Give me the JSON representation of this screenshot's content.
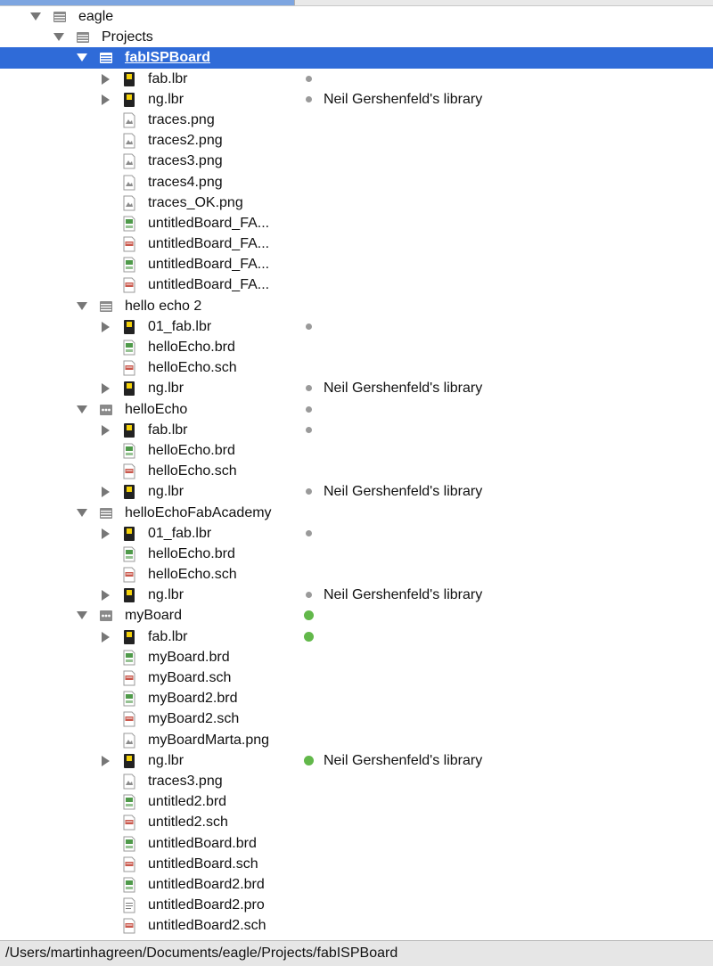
{
  "rows": [
    {
      "depth": 0,
      "tri": "down",
      "icon": "folder",
      "label": "eagle"
    },
    {
      "depth": 1,
      "tri": "down",
      "icon": "folder",
      "label": "Projects"
    },
    {
      "depth": 2,
      "tri": "down",
      "icon": "folder",
      "label": "fabISPBoard",
      "selected": true
    },
    {
      "depth": 3,
      "tri": "right",
      "icon": "library",
      "label": "fab.lbr",
      "dot": "gray"
    },
    {
      "depth": 3,
      "tri": "right",
      "icon": "library",
      "label": "ng.lbr",
      "dot": "gray",
      "desc": "Neil Gershenfeld's library"
    },
    {
      "depth": 3,
      "icon": "image",
      "label": "traces.png"
    },
    {
      "depth": 3,
      "icon": "image",
      "label": "traces2.png"
    },
    {
      "depth": 3,
      "icon": "image",
      "label": "traces3.png"
    },
    {
      "depth": 3,
      "icon": "image",
      "label": "traces4.png"
    },
    {
      "depth": 3,
      "icon": "image",
      "label": "traces_OK.png"
    },
    {
      "depth": 3,
      "icon": "board",
      "label": "untitledBoard_FA..."
    },
    {
      "depth": 3,
      "icon": "schematic",
      "label": "untitledBoard_FA..."
    },
    {
      "depth": 3,
      "icon": "board",
      "label": "untitledBoard_FA..."
    },
    {
      "depth": 3,
      "icon": "schematic",
      "label": "untitledBoard_FA..."
    },
    {
      "depth": 2,
      "tri": "down",
      "icon": "folder",
      "label": "hello echo 2"
    },
    {
      "depth": 3,
      "tri": "right",
      "icon": "library",
      "label": "01_fab.lbr",
      "dot": "gray"
    },
    {
      "depth": 3,
      "icon": "board",
      "label": "helloEcho.brd"
    },
    {
      "depth": 3,
      "icon": "schematic",
      "label": "helloEcho.sch"
    },
    {
      "depth": 3,
      "tri": "right",
      "icon": "library",
      "label": "ng.lbr",
      "dot": "gray",
      "desc": "Neil Gershenfeld's library"
    },
    {
      "depth": 2,
      "tri": "down",
      "icon": "project",
      "label": "helloEcho",
      "dot": "gray"
    },
    {
      "depth": 3,
      "tri": "right",
      "icon": "library",
      "label": "fab.lbr",
      "dot": "gray"
    },
    {
      "depth": 3,
      "icon": "board",
      "label": "helloEcho.brd"
    },
    {
      "depth": 3,
      "icon": "schematic",
      "label": "helloEcho.sch"
    },
    {
      "depth": 3,
      "tri": "right",
      "icon": "library",
      "label": "ng.lbr",
      "dot": "gray",
      "desc": "Neil Gershenfeld's library"
    },
    {
      "depth": 2,
      "tri": "down",
      "icon": "folder",
      "label": "helloEchoFabAcademy"
    },
    {
      "depth": 3,
      "tri": "right",
      "icon": "library",
      "label": "01_fab.lbr",
      "dot": "gray"
    },
    {
      "depth": 3,
      "icon": "board",
      "label": "helloEcho.brd"
    },
    {
      "depth": 3,
      "icon": "schematic",
      "label": "helloEcho.sch"
    },
    {
      "depth": 3,
      "tri": "right",
      "icon": "library",
      "label": "ng.lbr",
      "dot": "gray",
      "desc": "Neil Gershenfeld's library"
    },
    {
      "depth": 2,
      "tri": "down",
      "icon": "project",
      "label": "myBoard",
      "dot": "green"
    },
    {
      "depth": 3,
      "tri": "right",
      "icon": "library",
      "label": "fab.lbr",
      "dot": "green"
    },
    {
      "depth": 3,
      "icon": "board",
      "label": "myBoard.brd"
    },
    {
      "depth": 3,
      "icon": "schematic",
      "label": "myBoard.sch"
    },
    {
      "depth": 3,
      "icon": "board",
      "label": "myBoard2.brd"
    },
    {
      "depth": 3,
      "icon": "schematic",
      "label": "myBoard2.sch"
    },
    {
      "depth": 3,
      "icon": "image",
      "label": "myBoardMarta.png"
    },
    {
      "depth": 3,
      "tri": "right",
      "icon": "library",
      "label": "ng.lbr",
      "dot": "green",
      "desc": "Neil Gershenfeld's library"
    },
    {
      "depth": 3,
      "icon": "image",
      "label": "traces3.png"
    },
    {
      "depth": 3,
      "icon": "board",
      "label": "untitled2.brd"
    },
    {
      "depth": 3,
      "icon": "schematic",
      "label": "untitled2.sch"
    },
    {
      "depth": 3,
      "icon": "board",
      "label": "untitledBoard.brd"
    },
    {
      "depth": 3,
      "icon": "schematic",
      "label": "untitledBoard.sch"
    },
    {
      "depth": 3,
      "icon": "board",
      "label": "untitledBoard2.brd"
    },
    {
      "depth": 3,
      "icon": "text",
      "label": "untitledBoard2.pro"
    },
    {
      "depth": 3,
      "icon": "schematic",
      "label": "untitledBoard2.sch"
    }
  ],
  "status": {
    "path": "/Users/martinhagreen/Documents/eagle/Projects/fabISPBoard"
  },
  "colors": {
    "selection": "#2f6bd8",
    "dot_gray": "#9a9a9a",
    "dot_green": "#62b84a",
    "board": "#4f9a4a",
    "schematic": "#c0392b",
    "library": "#f5d20a"
  }
}
